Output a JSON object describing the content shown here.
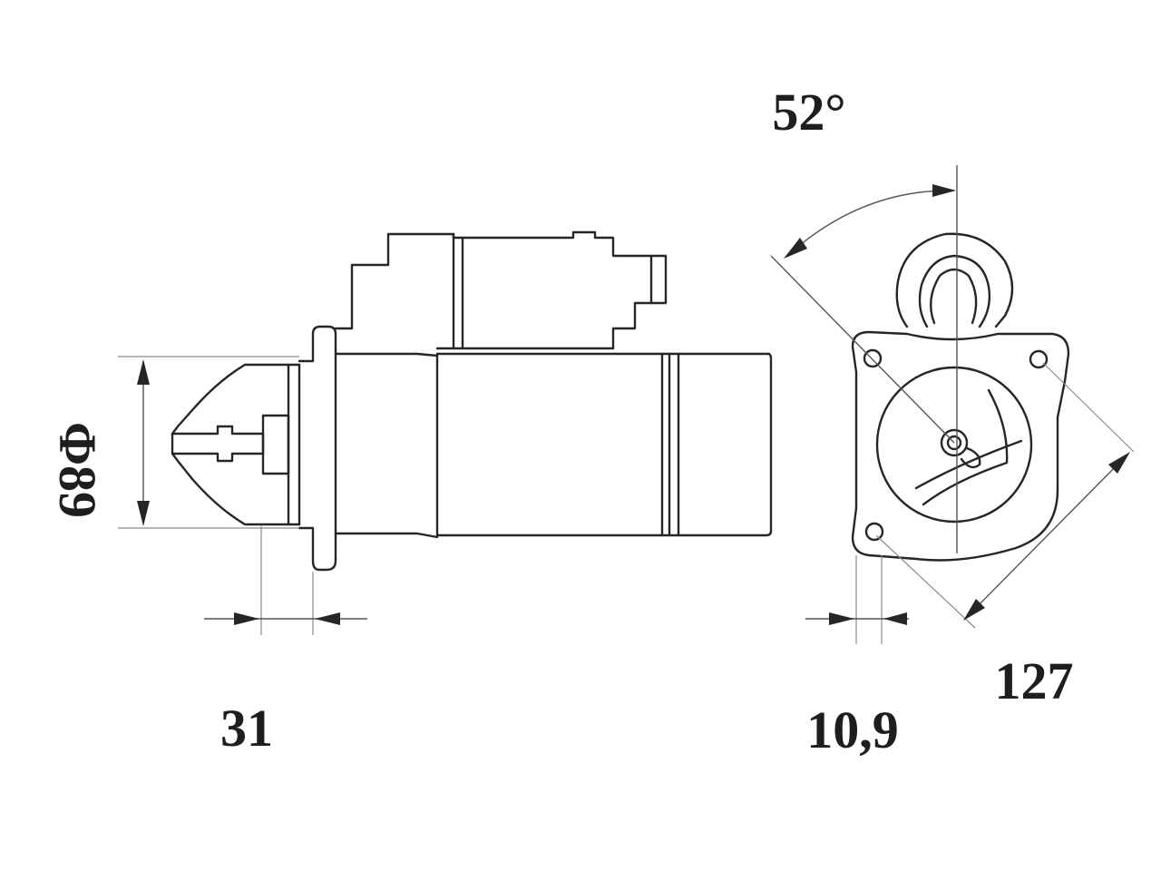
{
  "dimensions": {
    "angle": "52°",
    "diameter": "Φ89",
    "pinion_offset": "31",
    "flange_thickness": "10,9",
    "bolt_spacing": "127"
  },
  "colors": {
    "line": "#262626",
    "text": "#1e1e1e",
    "background": "#ffffff"
  }
}
